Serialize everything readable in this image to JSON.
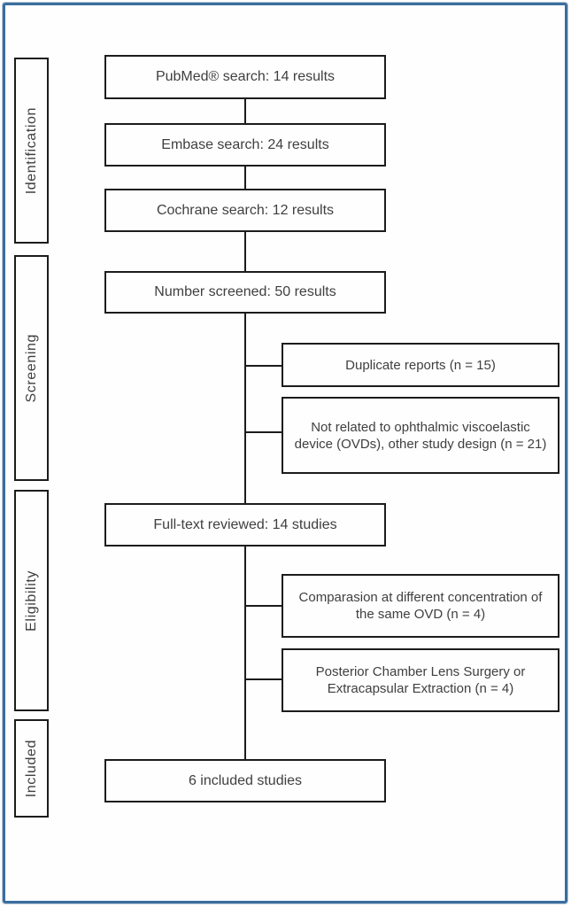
{
  "diagram": {
    "type": "prisma-flow-diagram",
    "stages": [
      {
        "label": "Identification"
      },
      {
        "label": "Screening"
      },
      {
        "label": "Eligibility"
      },
      {
        "label": "Included"
      }
    ],
    "main_boxes": [
      {
        "id": "pubmed-search",
        "text": "PubMed® search: 14 results"
      },
      {
        "id": "embase-search",
        "text": "Embase search: 24 results"
      },
      {
        "id": "cochrane-search",
        "text": "Cochrane search: 12 results"
      },
      {
        "id": "number-screened",
        "text": "Number screened: 50 results"
      },
      {
        "id": "fulltext-reviewed",
        "text": "Full-text reviewed: 14 studies"
      },
      {
        "id": "included-studies",
        "text": "6 included studies"
      }
    ],
    "exclusion_boxes": [
      {
        "id": "duplicate-reports",
        "text": "Duplicate reports (n = 15)"
      },
      {
        "id": "not-related",
        "text": "Not related to ophthalmic viscoelastic device (OVDs), other study design (n = 21)"
      },
      {
        "id": "comparison-concentration",
        "text": "Comparasion at different concentration of the same OVD (n = 4)"
      },
      {
        "id": "posterior-chamber",
        "text": "Posterior Chamber Lens Surgery or Extracapsular Extraction (n = 4)"
      }
    ],
    "colors": {
      "figure_border_blue": "#3a6e9e",
      "box_border": "#1c1c1c",
      "text": "#3f3f3f",
      "background": "#fefefe"
    }
  }
}
